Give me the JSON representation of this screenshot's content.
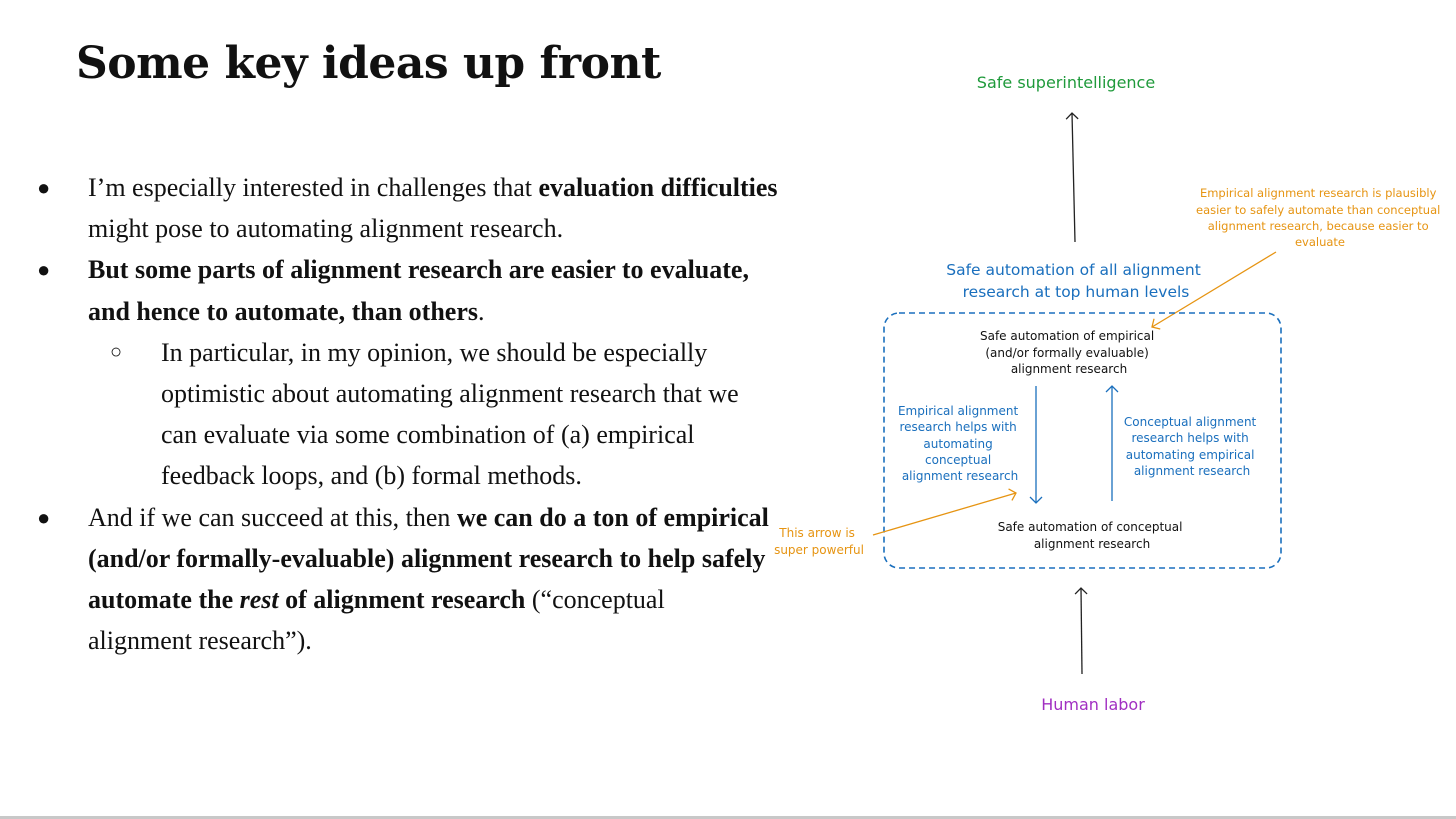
{
  "slide": {
    "title": "Some key ideas up front",
    "bullets": [
      {
        "text_a": "I’m especially interested in challenges that ",
        "bold_a": "evaluation difficulties",
        "text_b": "might pose to automating alignment research."
      },
      {
        "bold_a": "But some parts of alignment research are easier to evaluate,",
        "bold_b": "and hence to automate, than others",
        "text_b": "."
      },
      {
        "sub": "In particular, in my opinion, we should be especially",
        "sub_2": "optimistic about automating alignment research that we",
        "sub_3": "can evaluate via some combination of (a) empirical",
        "sub_4": "feedback loops, and (b) formal methods."
      },
      {
        "text_a": "And if we can succeed at this, then ",
        "bold_a": "we can do a ton of empirical",
        "bold_b": "(and/or formally-evaluable) alignment research to help safely",
        "bold_c": "automate the ",
        "italic_c": "rest",
        "bold_c2": " of alignment research",
        "text_c": " (“conceptual",
        "text_d": "alignment research”)."
      }
    ]
  },
  "diagram": {
    "colors": {
      "green": "#1f9a3b",
      "blue": "#1a6fbd",
      "orange": "#e69412",
      "purple": "#a12fc2",
      "dark": "#222222"
    },
    "top_label": "Safe superintelligence",
    "all_automation": [
      "Safe automation of all alignment",
      "research at top human levels"
    ],
    "empirical_box": [
      "Safe automation of empirical",
      "(and/or formally evaluable)",
      "alignment research"
    ],
    "conceptual_box": [
      "Safe automation of conceptual",
      "alignment research"
    ],
    "left_arrow_label": [
      "Empirical alignment",
      "research helps with",
      "automating",
      "conceptual",
      "alignment research"
    ],
    "right_arrow_label": [
      "Conceptual alignment",
      "research helps with",
      "automating empirical",
      "alignment research"
    ],
    "orange_note": [
      "Empirical alignment research is plausibly",
      "easier to safely automate than conceptual",
      "alignment research, because easier to",
      "evaluate"
    ],
    "powerful_note": [
      "This arrow is",
      "super powerful"
    ],
    "bottom_label": "Human labor"
  }
}
